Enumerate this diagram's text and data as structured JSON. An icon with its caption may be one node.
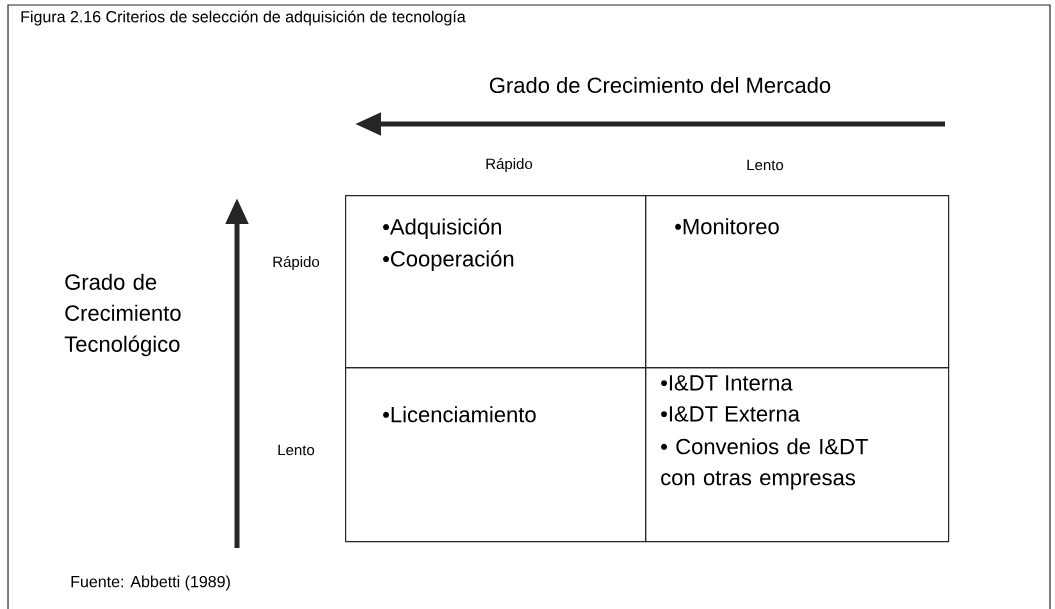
{
  "diagram": {
    "title": "Figura 2.16 Criterios de selección de adquisición de tecnología",
    "caption": "Fuente: Abbetti (1989)",
    "nodes": [
      {
        "text": [
          "•Adquisición",
          "•Cooperación"
        ]
      },
      {
        "text": [
          "•Monitoreo"
        ]
      },
      {
        "text": [
          "•Licenciamiento"
        ]
      },
      {
        "text": [
          "•I&DT Interna",
          "•I&DT Externa",
          "• Convenios de I&DT con otras empresas"
        ]
      }
    ],
    "labels": [
      "Grado de Crecimiento del Mercado",
      "Rápido",
      "Lento",
      "Grado de Crecimiento Tecnológico",
      "Rápido",
      "Lento"
    ]
  }
}
